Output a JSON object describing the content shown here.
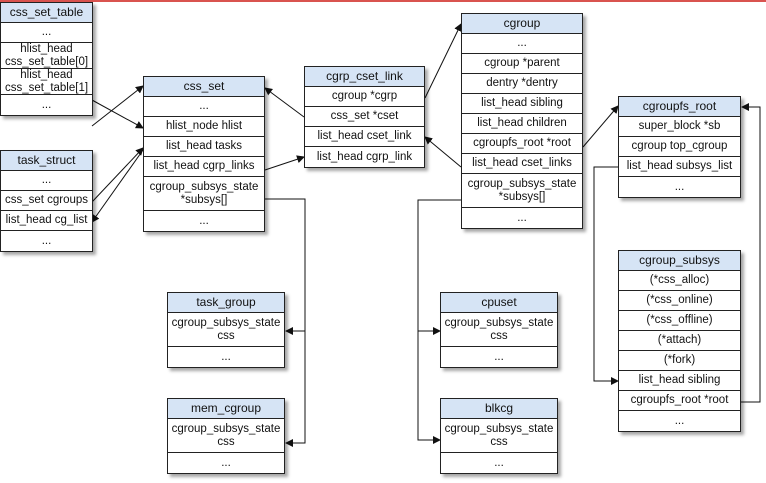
{
  "accent": "#d6e4f5",
  "border": "#222222",
  "boxes": [
    {
      "id": "css_set_table",
      "title": "css_set_table",
      "rows": [
        "...",
        "hlist_head\ncss_set_table[0]",
        "hlist_head\ncss_set_table[1]",
        "..."
      ]
    },
    {
      "id": "task_struct",
      "title": "task_struct",
      "rows": [
        "...",
        "css_set cgroups",
        "list_head cg_list",
        "..."
      ]
    },
    {
      "id": "css_set",
      "title": "css_set",
      "rows": [
        "...",
        "hlist_node hlist",
        "list_head tasks",
        "list_head cgrp_links",
        "cgroup_subsys_state\n*subsys[]",
        "..."
      ]
    },
    {
      "id": "cgrp_cset_link",
      "title": "cgrp_cset_link",
      "rows": [
        "cgroup *cgrp",
        "css_set *cset",
        "list_head cset_link",
        "list_head cgrp_link"
      ]
    },
    {
      "id": "cgroup",
      "title": "cgroup",
      "rows": [
        "...",
        "cgroup *parent",
        "dentry *dentry",
        "list_head sibling",
        "list_head children",
        "cgroupfs_root *root",
        "list_head cset_links",
        "cgroup_subsys_state\n*subsys[]",
        "..."
      ]
    },
    {
      "id": "cgroupfs_root",
      "title": "cgroupfs_root",
      "rows": [
        "super_block *sb",
        "cgroup top_cgroup",
        "list_head subsys_list",
        "..."
      ]
    },
    {
      "id": "task_group",
      "title": "task_group",
      "rows": [
        "cgroup_subsys_state\ncss",
        "..."
      ]
    },
    {
      "id": "mem_cgroup",
      "title": "mem_cgroup",
      "rows": [
        "cgroup_subsys_state\ncss",
        "..."
      ]
    },
    {
      "id": "cpuset",
      "title": "cpuset",
      "rows": [
        "cgroup_subsys_state\ncss",
        "..."
      ]
    },
    {
      "id": "blkcg",
      "title": "blkcg",
      "rows": [
        "cgroup_subsys_state\ncss",
        "..."
      ]
    },
    {
      "id": "cgroup_subsys",
      "title": "cgroup_subsys",
      "rows": [
        "(*css_alloc)",
        "(*css_online)",
        "(*css_offline)",
        "(*attach)",
        "(*fork)",
        "list_head sibling",
        "cgroupfs_root *root",
        "..."
      ]
    }
  ]
}
